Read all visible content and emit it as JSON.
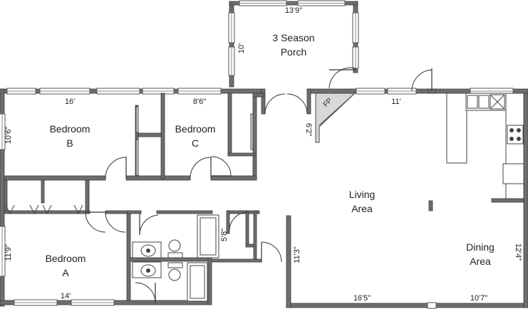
{
  "rooms": {
    "porch": [
      "3 Season",
      "Porch"
    ],
    "bedroom_b": [
      "Bedroom",
      "B"
    ],
    "bedroom_c": [
      "Bedroom",
      "C"
    ],
    "bedroom_a": [
      "Bedroom",
      "A"
    ],
    "living": [
      "Living",
      "Area"
    ],
    "dining": [
      "Dining",
      "Area"
    ]
  },
  "dimensions": {
    "porch_width": "13'9\"",
    "porch_depth": "10'",
    "bedroom_b_width": "16'",
    "bedroom_b_depth": "10'6\"",
    "bedroom_c_width": "8'6\"",
    "fp_depth": "6'2\"",
    "north_right": "11'",
    "bath": "5'8\"",
    "bedroom_a_depth": "11'9\"",
    "bedroom_a_width": "14'",
    "living_depth": "11'3\"",
    "living_width": "16'5\"",
    "dining_width": "10'7\"",
    "dining_depth": "12'4\""
  },
  "fireplace": "FP"
}
